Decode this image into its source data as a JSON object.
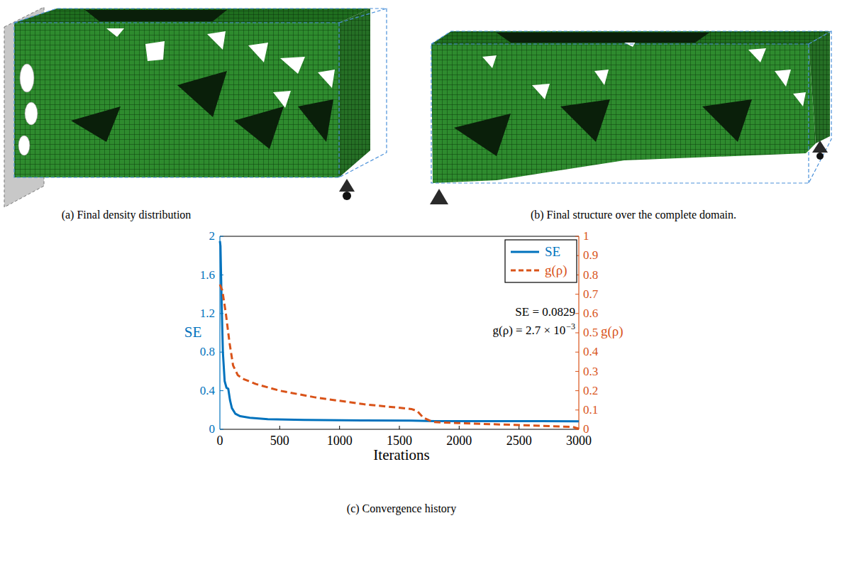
{
  "diagram": {
    "labels": [
      "(a) Final density distribution",
      "(b) Final structure over the complete domain.",
      "(c) Convergence history",
      "Iterations",
      "SE",
      "g(ρ)",
      "SE = 0.0829",
      "g(ρ) = 2.7 × 10",
      "−3",
      "0",
      "0.4",
      "0.8",
      "1.2",
      "1.6",
      "2",
      "0",
      "0.1",
      "0.2",
      "0.3",
      "0.4",
      "0.5",
      "0.6",
      "0.7",
      "0.8",
      "0.9",
      "1",
      "0",
      "500",
      "1000",
      "1500",
      "2000",
      "2500",
      "3000"
    ],
    "legend": [
      {
        "text": "SE"
      },
      {
        "text": "g(ρ)"
      }
    ]
  }
}
